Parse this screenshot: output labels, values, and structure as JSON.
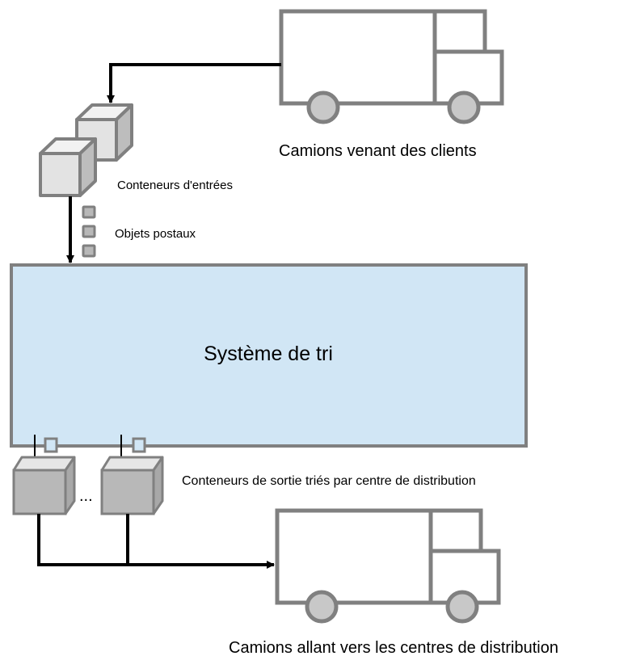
{
  "labels": {
    "incoming_trucks": "Camions venant des clients",
    "input_containers": "Conteneurs d'entrées",
    "postal_items": "Objets postaux",
    "sorting_system": "Système de tri",
    "output_containers": "Conteneurs de sortie triés par centre de distribution",
    "ellipsis": "...",
    "outgoing_trucks": "Camions allant vers les centres de distribution"
  },
  "colors": {
    "outline": "#808080",
    "line": "#000000",
    "sorting_fill": "#d1e6f5",
    "input_container_fill": "#e3e3e3",
    "output_container_fill": "#b8b8b8",
    "truck_wheel": "#c8c8c8"
  },
  "icons": {
    "incoming_truck": "truck-icon",
    "outgoing_truck": "truck-icon",
    "input_container": "box-icon",
    "output_container": "bin-icon",
    "postal_item": "parcel-icon"
  }
}
